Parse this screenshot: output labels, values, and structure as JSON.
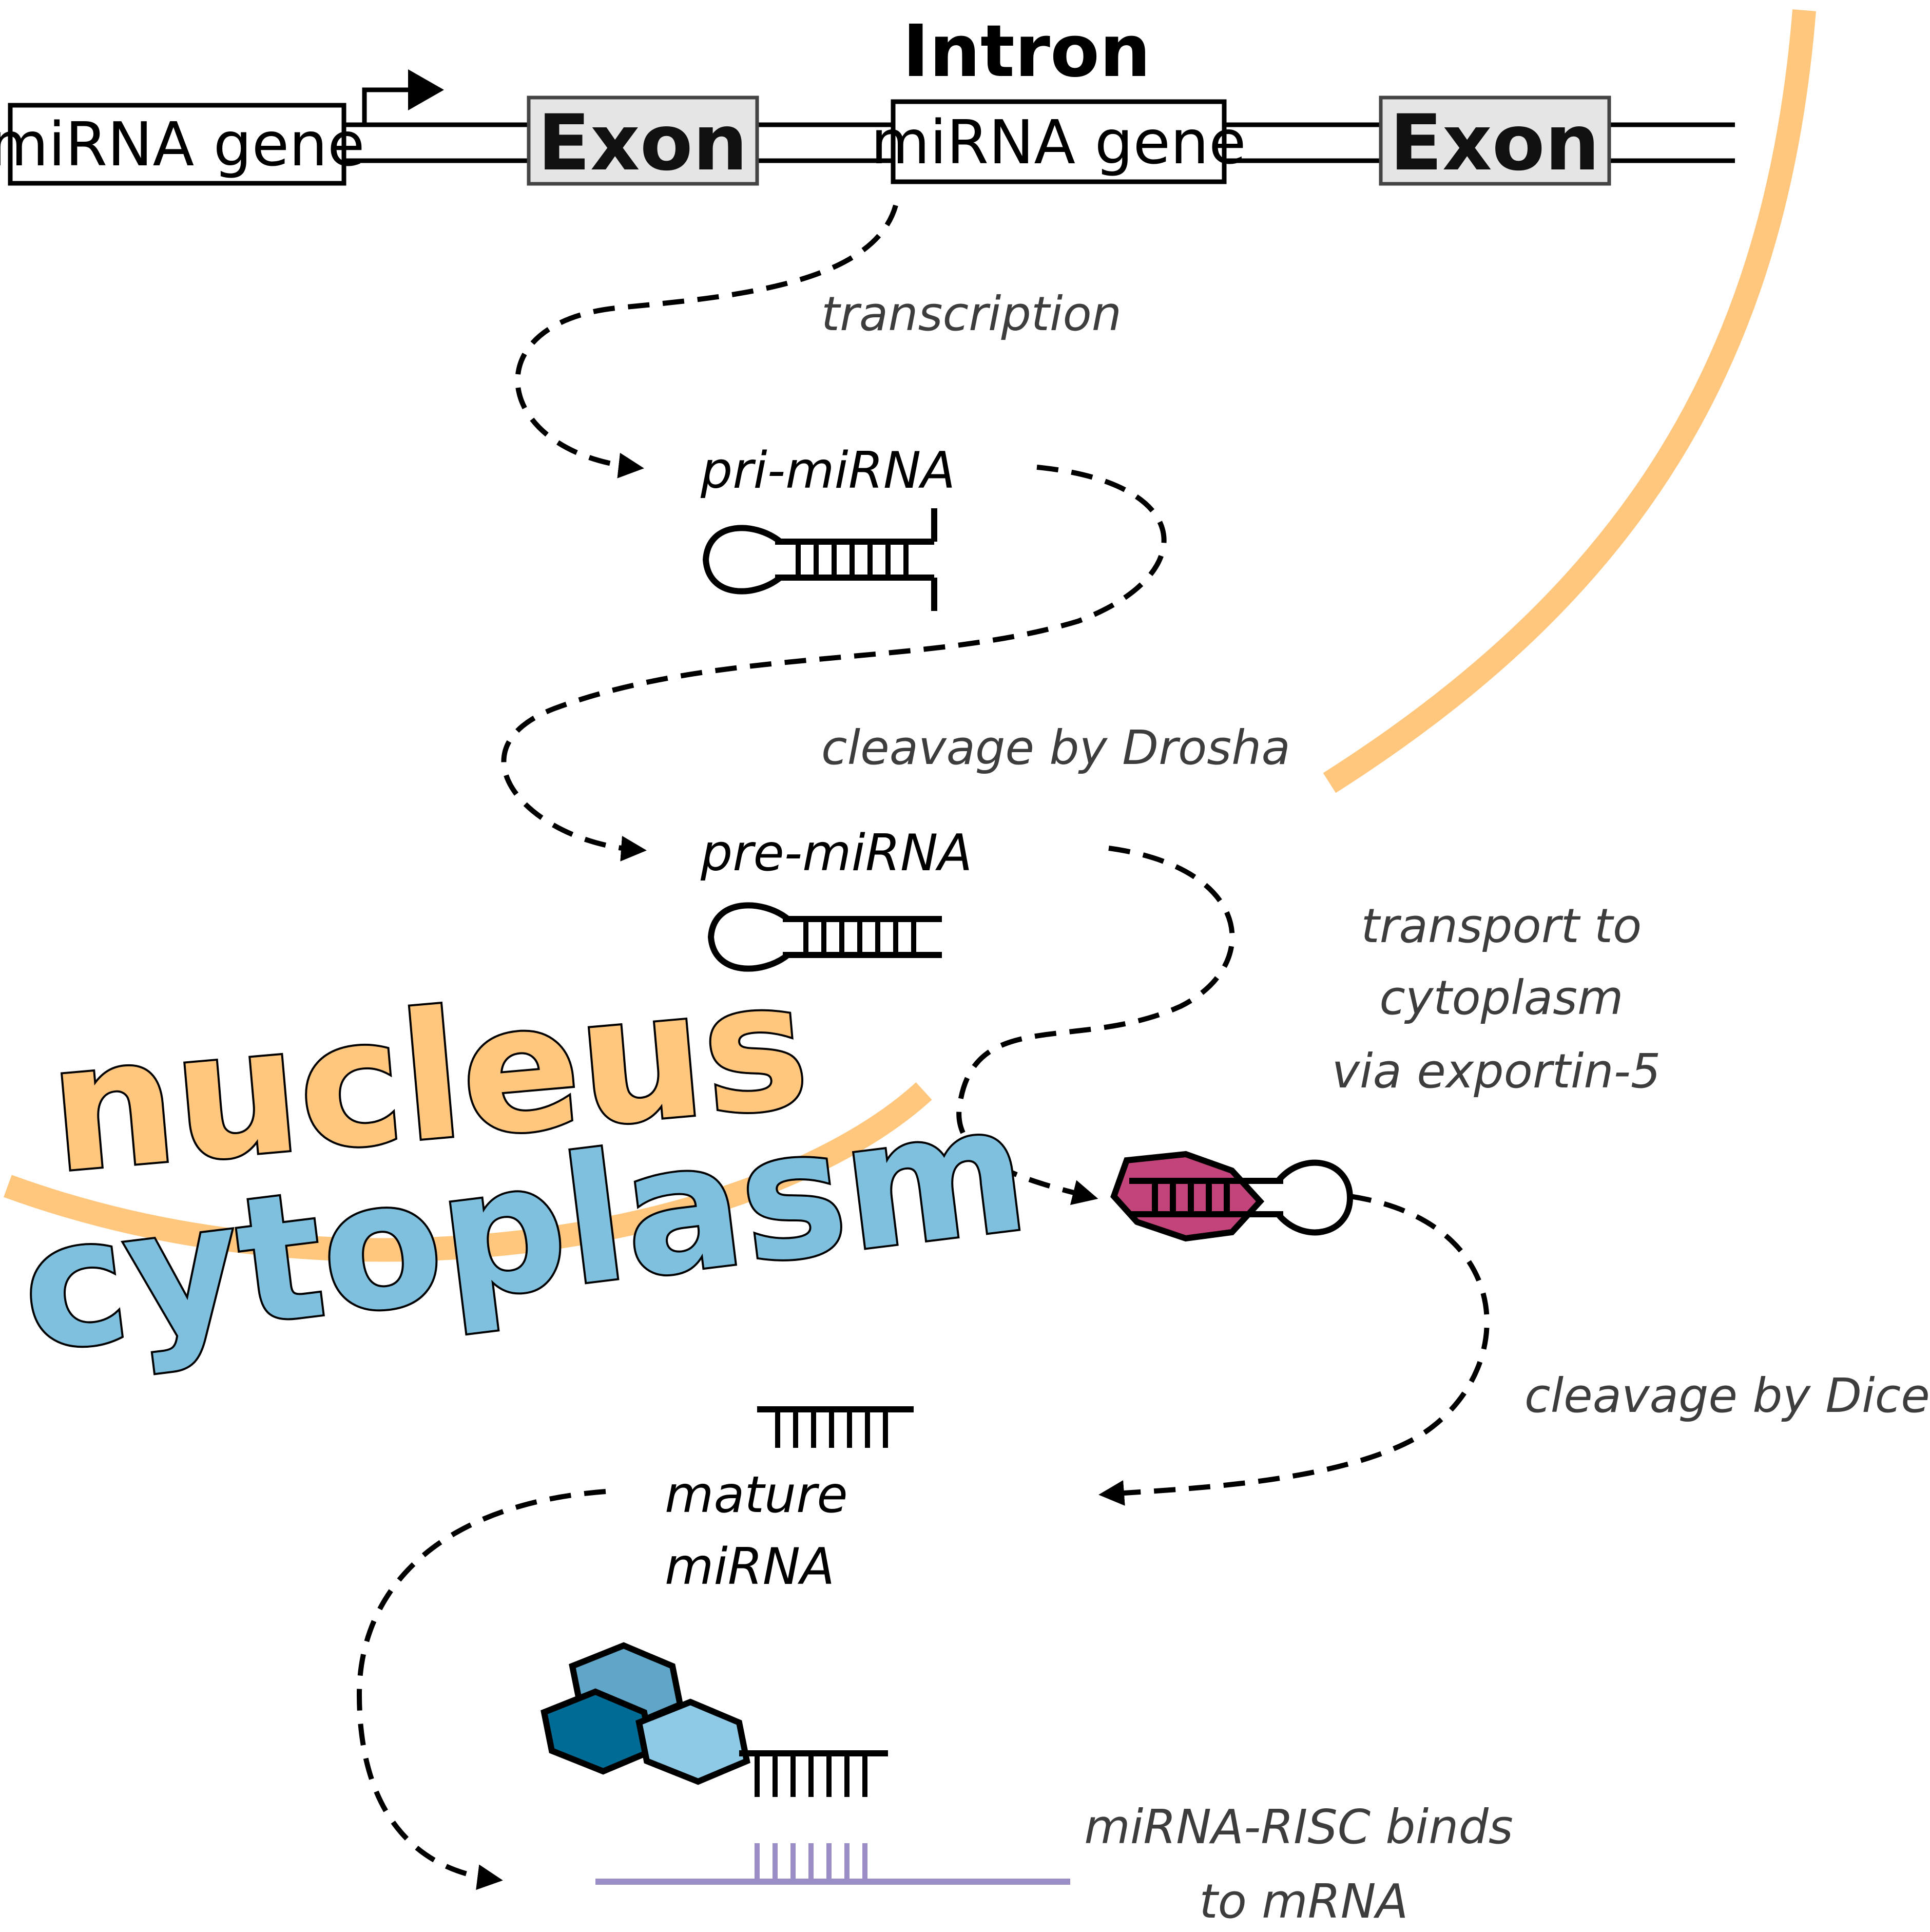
{
  "gene_track": {
    "intron_label": "Intron",
    "mirna_gene_left": "miRNA gene",
    "exon_left": "Exon",
    "mirna_gene_intronic": "miRNA gene",
    "exon_right": "Exon"
  },
  "steps": {
    "transcription": "transcription",
    "drosha": "cleavage by Drosha",
    "transport_line1": "transport to",
    "transport_line2": "cytoplasm",
    "transport_line3": "via exportin-5",
    "dicer": "cleavage by Dicer",
    "risc_line1": "miRNA-RISC binds",
    "risc_line2": "to mRNA"
  },
  "molecules": {
    "pri": "pri-miRNA",
    "pre": "pre-miRNA",
    "mature_line1": "mature",
    "mature_line2": "miRNA"
  },
  "regions": {
    "nucleus": "nucleus",
    "cytoplasm": "cytoplasm"
  },
  "colors": {
    "membrane": "#ffc77d",
    "nucleus_text": "#ffc77d",
    "cytoplasm_text": "#7ec0de",
    "exon_fill": "#e5e5e5",
    "exportin": "#c2447a",
    "risc_light": "#8ec9e6",
    "risc_mid": "#5fa6c8",
    "risc_dark": "#006b94",
    "mrna": "#9b8ec7"
  }
}
